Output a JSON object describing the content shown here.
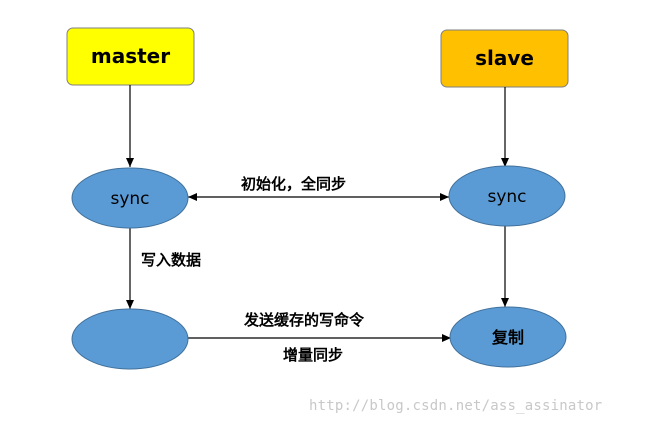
{
  "nodes": {
    "master": {
      "label": "master",
      "fill": "#ffff00"
    },
    "slave": {
      "label": "slave",
      "fill": "#ffc000"
    },
    "master_sync": {
      "label": "sync",
      "fill": "#5b9bd5"
    },
    "slave_sync": {
      "label": "sync",
      "fill": "#5b9bd5"
    },
    "master_buffer": {
      "label": "",
      "fill": "#5b9bd5"
    },
    "slave_replicate": {
      "label": "复制",
      "fill": "#5b9bd5"
    }
  },
  "edges": {
    "init_sync": "初始化，全同步",
    "write_data": "写入数据",
    "send_buffered": "发送缓存的写命令",
    "incremental_sync": "增量同步"
  },
  "watermark": "http://blog.csdn.net/ass_assinator",
  "colors": {
    "stroke": "#000000",
    "ellipse_stroke": "#41719c",
    "box_stroke": "#7f7f7f"
  }
}
